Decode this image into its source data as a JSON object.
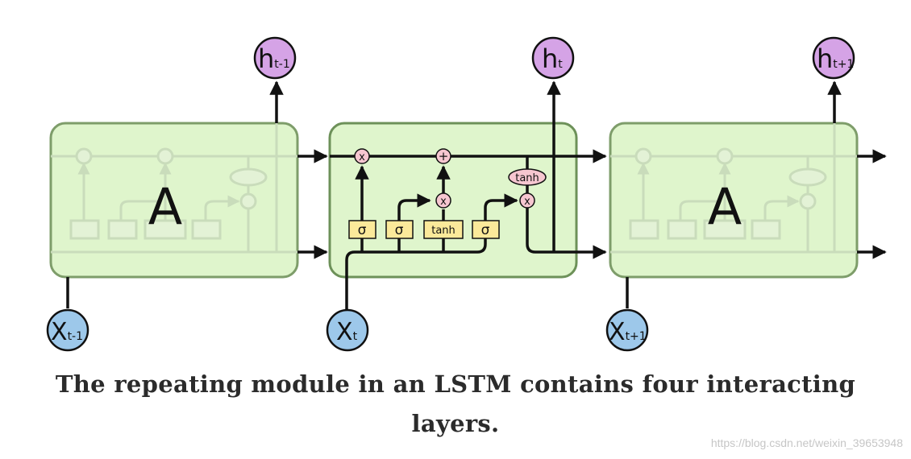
{
  "cells": {
    "left_label": "A",
    "right_label": "A"
  },
  "gates": {
    "sigma1": "σ",
    "sigma2": "σ",
    "tanh_layer": "tanh",
    "sigma3": "σ",
    "tanh_op": "tanh",
    "mul": "x",
    "add": "+"
  },
  "outputs": {
    "h_prev": {
      "base": "h",
      "sub": "t-1"
    },
    "h_curr": {
      "base": "h",
      "sub": "t"
    },
    "h_next": {
      "base": "h",
      "sub": "t+1"
    }
  },
  "inputs": {
    "x_prev": {
      "base": "X",
      "sub": "t-1"
    },
    "x_curr": {
      "base": "X",
      "sub": "t"
    },
    "x_next": {
      "base": "X",
      "sub": "t+1"
    }
  },
  "caption": {
    "line1": "The repeating module in an LSTM contains four interacting",
    "line2": "layers."
  },
  "watermark": "https://blog.csdn.net/weixin_39653948",
  "colors": {
    "cell_fill": "#dff5cc",
    "cell_border": "#6d9159",
    "gate_fill": "#fbe99a",
    "op_fill": "#f6c6d0",
    "output_fill": "#d5a3e6",
    "input_fill": "#9dc8ea",
    "line": "#111111"
  }
}
